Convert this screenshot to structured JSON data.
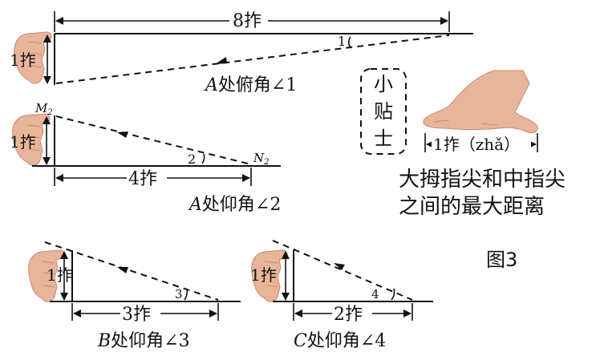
{
  "fig1": {
    "top_span": "8拃",
    "left_span": "1拃",
    "angle_label": "1",
    "caption_letter": "A",
    "caption_text": "处俯角∠1"
  },
  "fig2": {
    "point_top_letter": "M",
    "point_top_sub": "2",
    "point_right_letter": "N",
    "point_right_sub": "2",
    "left_span": "1拃",
    "bottom_span": "4拃",
    "angle_label": "2",
    "caption_letter": "A",
    "caption_text": "处仰角∠2"
  },
  "fig3": {
    "left_span": "1拃",
    "bottom_span": "3拃",
    "angle_label": "3",
    "caption_letter": "B",
    "caption_text": "处仰角∠3"
  },
  "fig4": {
    "left_span": "1拃",
    "bottom_span": "2拃",
    "angle_label": "4",
    "caption_letter": "C",
    "caption_text": "处仰角∠4"
  },
  "tip": {
    "title_chars": [
      "小",
      "贴",
      "士"
    ],
    "span_label": "1拃（zhǎ）",
    "line1": "大拇指尖和中指尖",
    "line2": "之间的最大距离"
  },
  "figure_label": "图3",
  "colors": {
    "skin": "#e9b59a",
    "skin_shadow": "#c98a6e",
    "ink": "#111111"
  }
}
